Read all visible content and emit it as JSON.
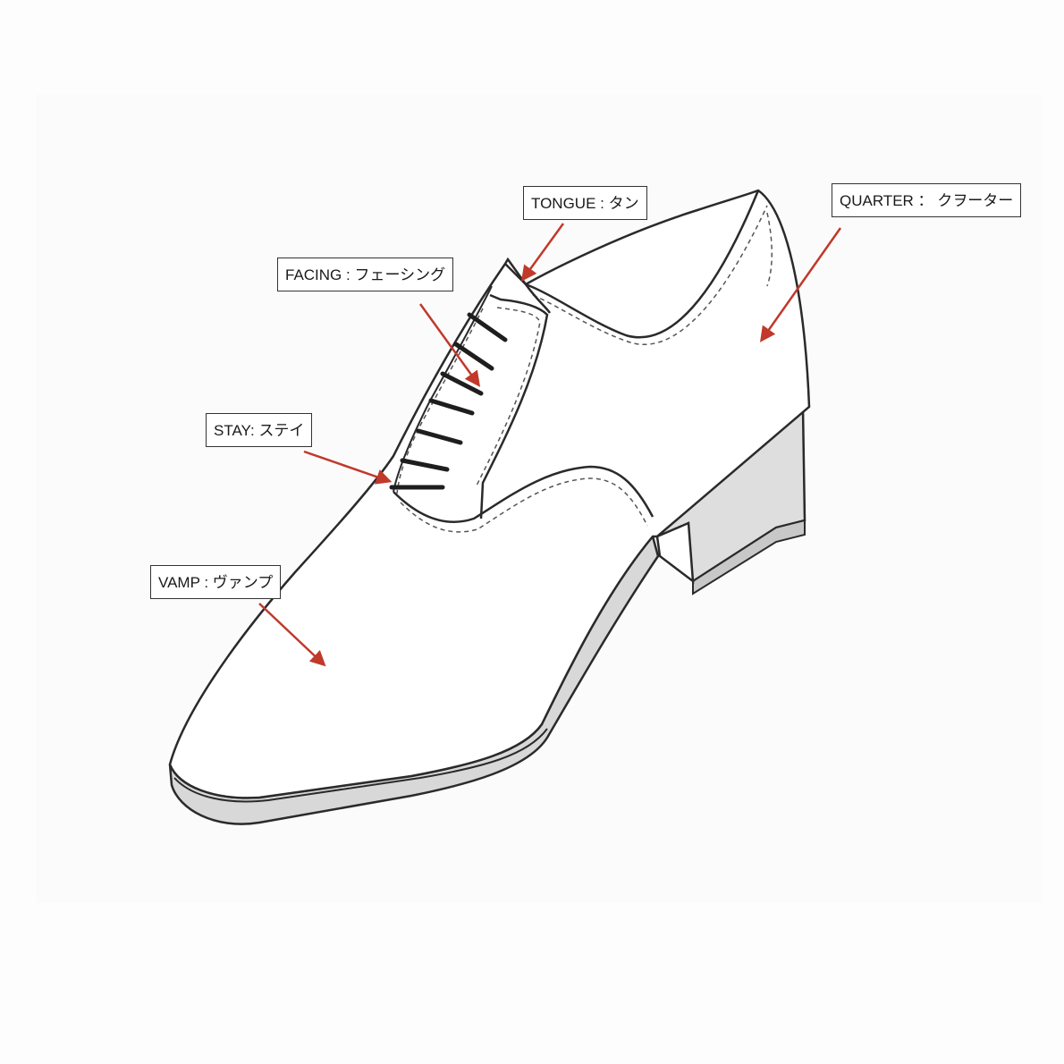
{
  "labels": {
    "tongue": "TONGUE : タン",
    "quarter": "QUARTER ： クヲーター",
    "facing": "FACING : フェーシング",
    "stay": "STAY: ステイ",
    "vamp": "VAMP : ヴァンプ"
  },
  "colors": {
    "arrow": "#c0392b",
    "outline": "#2a2a2a",
    "sole_fill": "#d8d8d8",
    "lace": "#1e1e1e"
  }
}
